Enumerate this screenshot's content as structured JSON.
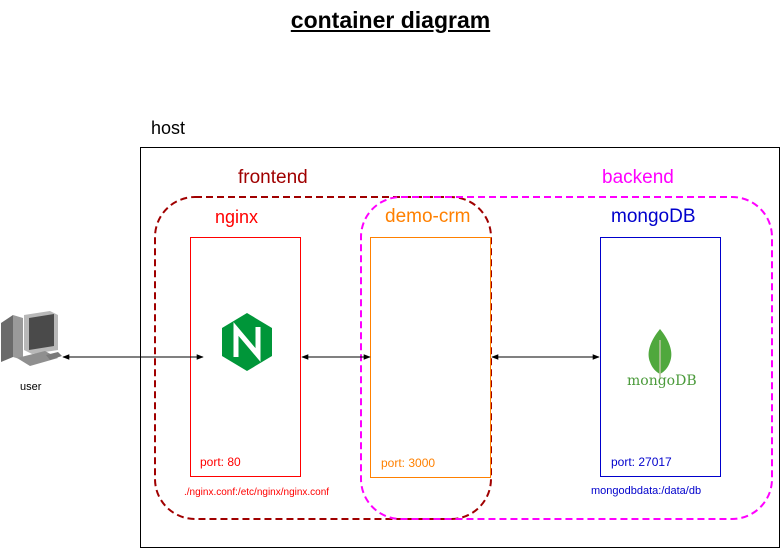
{
  "title": "container diagram",
  "host": {
    "label": "host"
  },
  "groups": {
    "frontend": {
      "label": "frontend",
      "color": "#a00000"
    },
    "backend": {
      "label": "backend",
      "color": "#ff00ff"
    }
  },
  "containers": {
    "nginx": {
      "label": "nginx",
      "port": "port: 80",
      "volume": "./nginx.conf:/etc/nginx/nginx.conf",
      "color": "#ff0000",
      "icon": "nginx-logo-icon"
    },
    "demo_crm": {
      "label": "demo-crm",
      "port": "port: 3000",
      "color": "#ff8000"
    },
    "mongodb": {
      "label": "mongoDB",
      "port": "port: 27017",
      "volume": "mongodbdata:/data/db",
      "color": "#0000cc",
      "icon": "mongodb-leaf-icon",
      "logo_text": "mongoDB",
      "logo_color": "#4a9a3a"
    }
  },
  "user": {
    "label": "user",
    "icon": "desktop-computer-icon"
  }
}
